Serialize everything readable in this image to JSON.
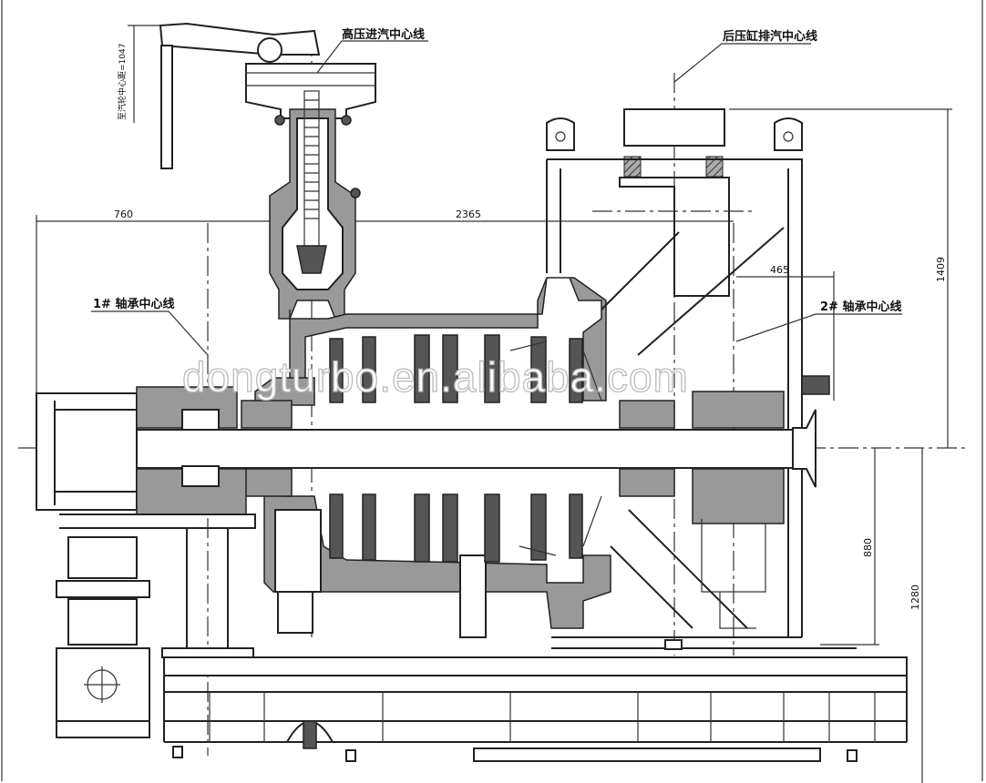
{
  "drawing": {
    "labels": {
      "hp_inlet_centerline": "高压进汽中心线",
      "exhaust_centerline": "后压缸排汽中心线",
      "bearing1_centerline": "1# 轴承中心线",
      "bearing2_centerline": "2# 轴承中心线",
      "valve_distance_note": "至汽轮中心距=1047"
    },
    "dimensions": {
      "d760": "760",
      "d2365": "2365",
      "d465": "465",
      "d1409": "1409",
      "d880": "880",
      "d1280": "1280"
    },
    "watermark": "dongturbo.en.alibaba.com"
  }
}
